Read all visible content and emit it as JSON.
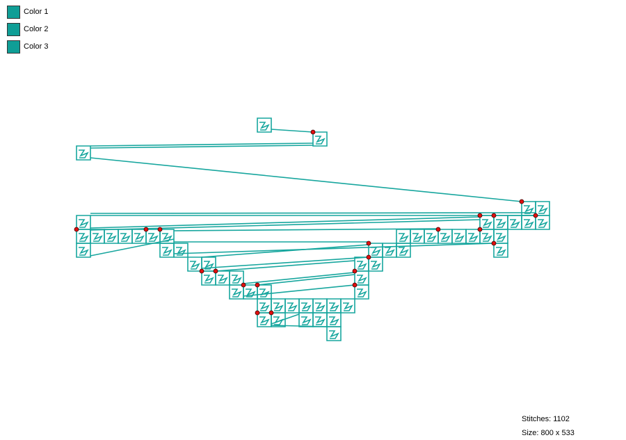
{
  "legend": [
    {
      "label": "Color 1",
      "color": "#0f9e96"
    },
    {
      "label": "Color 2",
      "color": "#0f9e96"
    },
    {
      "label": "Color 3",
      "color": "#0f9e96"
    }
  ],
  "info": {
    "stitches": "Stitches: 1102",
    "size": "Size: 800 x 533"
  },
  "colors": {
    "thread": "#17a69e",
    "color_change_marker": "#e01010"
  },
  "icons": {
    "stitch_pattern": "embroidery-stitch-path",
    "color_change": "color-change-marker"
  }
}
